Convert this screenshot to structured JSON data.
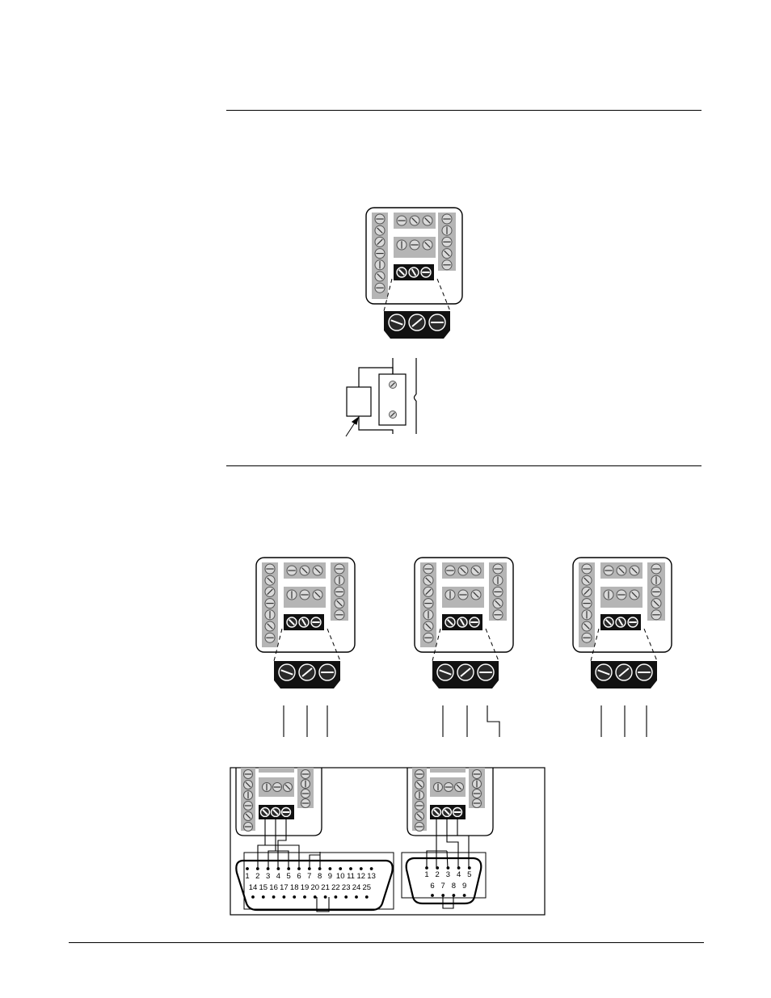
{
  "document": {
    "section_rules": [
      "top-rule",
      "middle-rule",
      "footer-rule"
    ]
  },
  "connector_db25": {
    "top_row_pins": [
      "1",
      "2",
      "3",
      "4",
      "5",
      "6",
      "7",
      "8",
      "9",
      "10",
      "11",
      "12",
      "13"
    ],
    "bottom_row_pins": [
      "14",
      "15",
      "16",
      "17",
      "18",
      "19",
      "20",
      "21",
      "22",
      "23",
      "24",
      "25"
    ]
  },
  "connector_db9": {
    "top_row_pins": [
      "1",
      "2",
      "3",
      "4",
      "5"
    ],
    "bottom_row_pins": [
      "6",
      "7",
      "8",
      "9"
    ]
  },
  "icons": {
    "terminal_screw": "screw-icon",
    "wire": "wire-line",
    "sensor": "sensor-box"
  }
}
